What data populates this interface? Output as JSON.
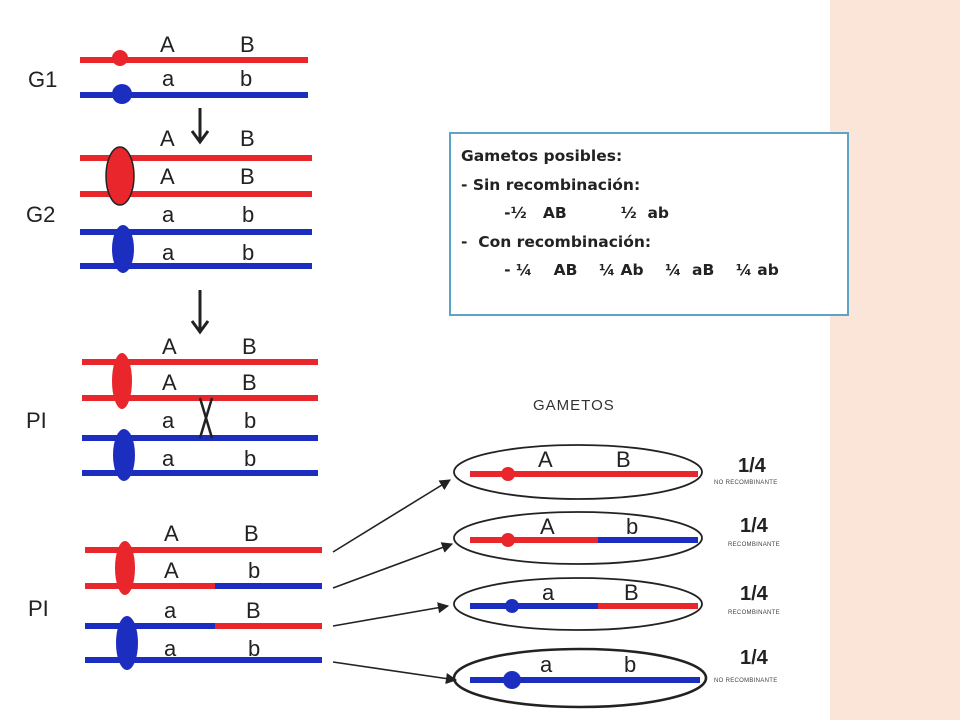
{
  "stages": [
    "G1",
    "G2",
    "PI",
    "PI"
  ],
  "allele_upper_1": "A",
  "allele_upper_2": "B",
  "allele_lower_1": "a",
  "allele_lower_2": "b",
  "gametes_title": "GAMETOS",
  "gametes": [
    {
      "a1": "A",
      "a2": "B",
      "fraction": "1/4",
      "type": "NO RECOMBINANTE"
    },
    {
      "a1": "A",
      "a2": "b",
      "fraction": "1/4",
      "type": "RECOMBINANTE"
    },
    {
      "a1": "a",
      "a2": "B",
      "fraction": "1/4",
      "type": "RECOMBINANTE"
    },
    {
      "a1": "a",
      "a2": "b",
      "fraction": "1/4",
      "type": "NO RECOMBINANTE"
    }
  ],
  "info": {
    "title": "Gametos posibles:",
    "line1": "- Sin recombinación:",
    "line2": "        -½   AB          ½  ab",
    "line3": "-  Con recombinación:",
    "line4": "        - ¼    AB    ¼ Ab    ¼  aB    ¼ ab"
  },
  "colors": {
    "maternal": "#e8262b",
    "paternal": "#1c2ec0",
    "sidebar": "#fbe4d8",
    "box_border": "#5da3c4"
  }
}
